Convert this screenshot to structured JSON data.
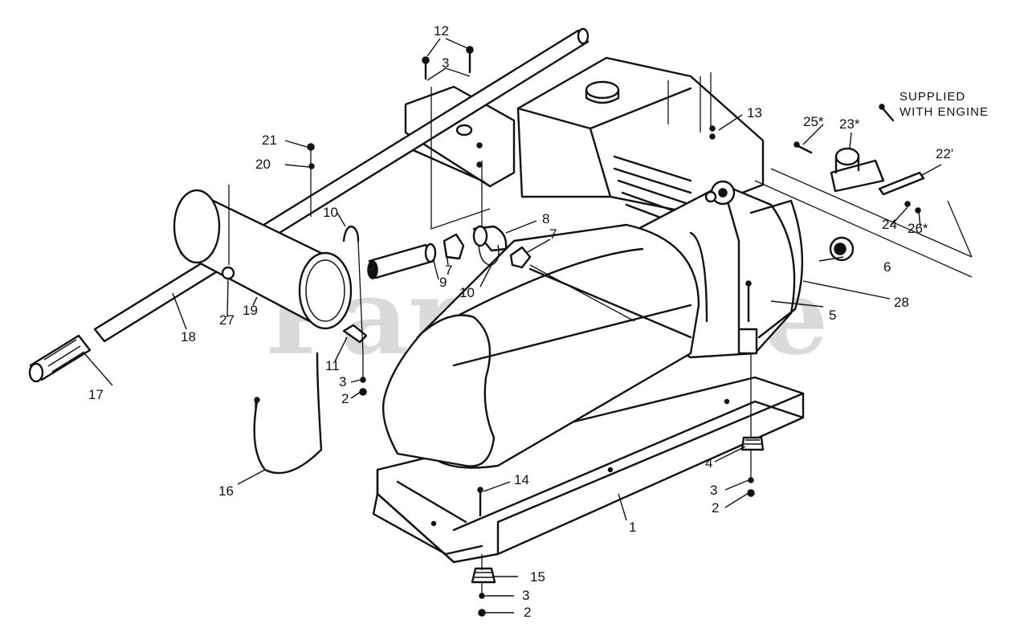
{
  "watermark": "PartsTree",
  "note": {
    "line1": "SUPPLIED",
    "line2": "WITH ENGINE"
  },
  "callouts": {
    "c1": "1",
    "c2a": "2",
    "c2b": "2",
    "c2c": "2",
    "c3a": "3",
    "c3b": "3",
    "c3c": "3",
    "c3d": "3",
    "c4": "4",
    "c5": "5",
    "c6": "6",
    "c7a": "7",
    "c7b": "7",
    "c8": "8",
    "c9": "9",
    "c10a": "10",
    "c10b": "10",
    "c11": "11",
    "c12": "12",
    "c13": "13",
    "c14": "14",
    "c15": "15",
    "c16": "16",
    "c17": "17",
    "c18": "18",
    "c19": "19",
    "c20": "20",
    "c21": "21",
    "c22": "22'",
    "c23": "23*",
    "c24": "24",
    "c25": "25*",
    "c26": "26*",
    "c27": "27",
    "c28": "28"
  },
  "colors": {
    "ink": "#111111",
    "paper": "#ffffff",
    "watermark": "#bdbdbd"
  }
}
